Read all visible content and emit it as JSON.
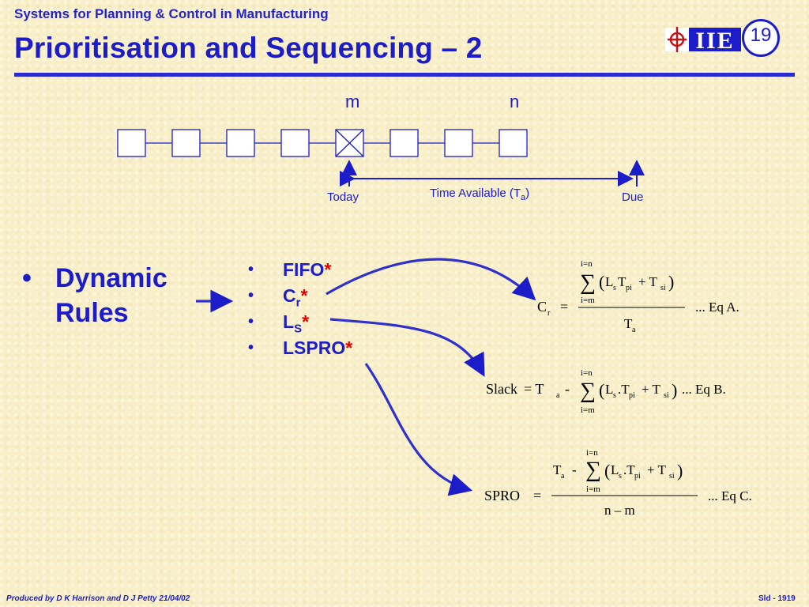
{
  "header": {
    "subtitle": "Systems for Planning & Control in Manufacturing",
    "title": "Prioritisation and Sequencing – 2",
    "logo_text": "IIE",
    "slide_number": "19"
  },
  "timeline": {
    "label_m": "m",
    "label_n": "n",
    "today": "Today",
    "time_available": "Time Available (T",
    "time_available_sub": "a",
    "time_available_close": ")",
    "due": "Due"
  },
  "main_bullet": {
    "line1": "Dynamic",
    "line2": "Rules"
  },
  "rules": [
    {
      "text": "FIFO",
      "sub": "",
      "star": "*"
    },
    {
      "text": "C",
      "sub": "r",
      "star": "*"
    },
    {
      "text": "L",
      "sub": "S",
      "star": "*"
    },
    {
      "text": "LSPRO",
      "sub": "",
      "star": "*"
    }
  ],
  "equations": {
    "eqA": {
      "lhs": "C",
      "lhs_sub": "r",
      "denominator": "T",
      "denominator_sub": "a",
      "label": "... Eq A."
    },
    "eqB": {
      "lhs": "Slack",
      "label": "... Eq B."
    },
    "eqC": {
      "lhs": "SPRO",
      "denominator": "n – m",
      "label": "... Eq C."
    },
    "sum_top": "i=n",
    "sum_bottom": "i=m"
  },
  "footer": {
    "left": "Produced by D K Harrison and D J Petty 21/04/02",
    "right": "Sld - 1919"
  },
  "colors": {
    "accent": "#1c1cc8",
    "star": "#e00000",
    "background": "#f8efc8"
  }
}
